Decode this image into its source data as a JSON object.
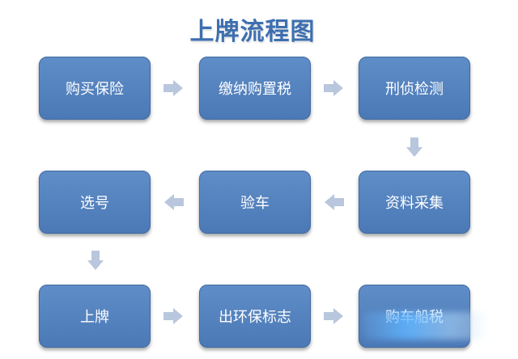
{
  "title": "上牌流程图",
  "steps": [
    {
      "label": "购买保险"
    },
    {
      "label": "缴纳购置税"
    },
    {
      "label": "刑侦检测"
    },
    {
      "label": "资料采集"
    },
    {
      "label": "验车"
    },
    {
      "label": "选号"
    },
    {
      "label": "上牌"
    },
    {
      "label": "出环保标志"
    },
    {
      "label": "购车船税"
    }
  ],
  "colors": {
    "title": "#3d6fb0",
    "box": "#5580bb",
    "arrow": "#b8c7dd"
  }
}
